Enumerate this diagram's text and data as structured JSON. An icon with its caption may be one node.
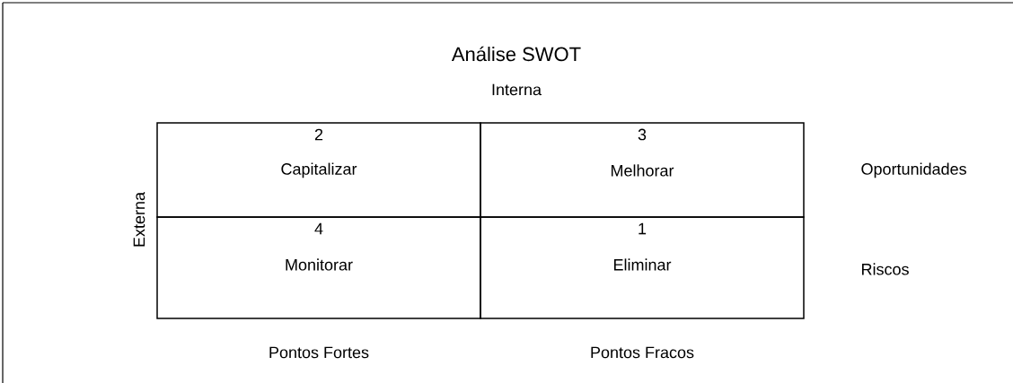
{
  "diagram": {
    "title": "Análise SWOT",
    "nodes": [
      {
        "text": [
          "2",
          "Capitalizar"
        ]
      },
      {
        "text": [
          "3",
          "Melhorar"
        ]
      },
      {
        "text": [
          "4",
          "Monitorar"
        ]
      },
      {
        "text": [
          "1",
          "Eliminar"
        ]
      }
    ],
    "labels": [
      "Interna",
      "Externa",
      "Oportunidades",
      "Riscos",
      "Pontos Fortes",
      "Pontos Fracos"
    ]
  }
}
